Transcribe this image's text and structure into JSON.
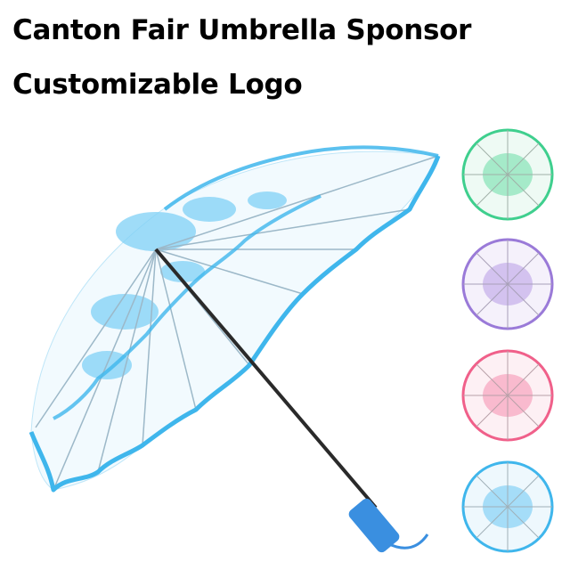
{
  "headline": {
    "line1": "Canton Fair Umbrella Sponsor",
    "line2": "Customizable Logo"
  },
  "main_product": {
    "color_name": "blue",
    "accent": "#3fb6ec",
    "print": "#7fd0f5"
  },
  "color_variants": [
    {
      "name": "green",
      "accent": "#3fcf8e",
      "print": "#86e3b6"
    },
    {
      "name": "purple",
      "accent": "#9a7ad8",
      "print": "#c4aeea"
    },
    {
      "name": "pink",
      "accent": "#f0608a",
      "print": "#f7a3bd"
    },
    {
      "name": "blue",
      "accent": "#3fb6ec",
      "print": "#86d2f5"
    }
  ]
}
